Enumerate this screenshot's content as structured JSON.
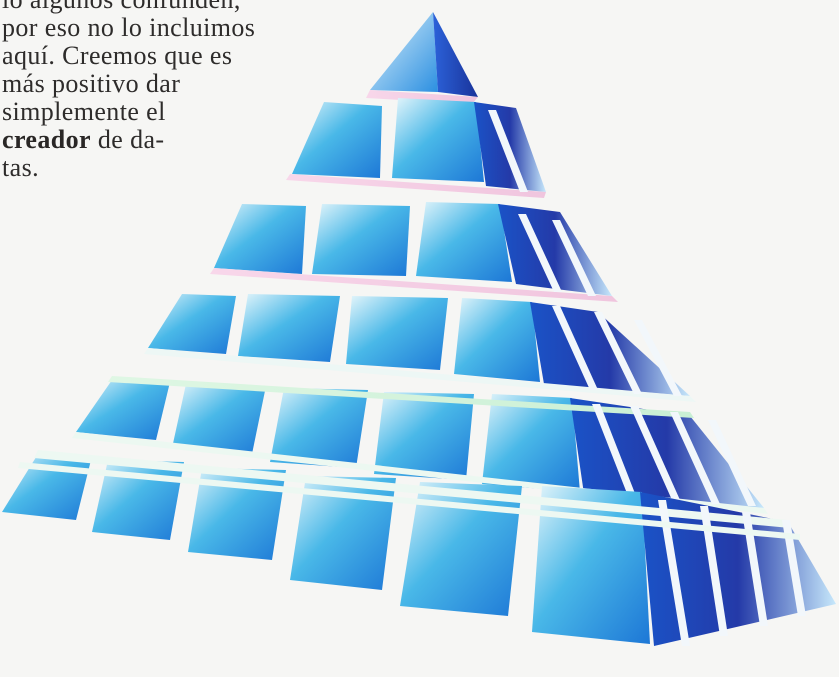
{
  "article": {
    "lines": [
      {
        "text": "lo algunos confunden,"
      },
      {
        "text": "por eso no lo incluimos"
      },
      {
        "text": "aquí. Creemos que es"
      },
      {
        "text": "más positivo dar"
      },
      {
        "text": "simplemente el"
      },
      {
        "bold": "creador",
        "rest": " de da-"
      },
      {
        "text": "tas."
      }
    ]
  },
  "illustration": {
    "subject": "layered-pyramid",
    "colors": {
      "block_light": "#e9f7fb",
      "block_mid": "#49b8e8",
      "block_deep": "#1d77d6",
      "side_dark": "#243aa8",
      "pink_band": "#f0c5de",
      "green_band": "#d4f2dc"
    }
  }
}
